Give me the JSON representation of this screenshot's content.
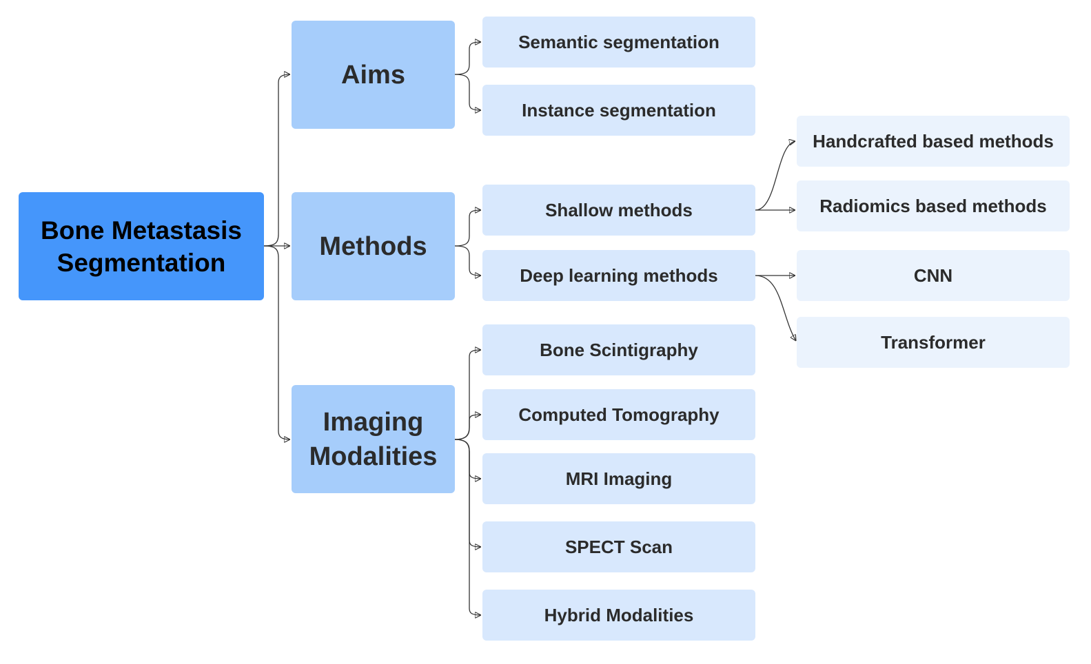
{
  "root": {
    "line1": "Bone Metastasis",
    "line2": "Segmentation"
  },
  "categories": {
    "aims": "Aims",
    "methods": "Methods",
    "imaging_line1": "Imaging",
    "imaging_line2": "Modalities"
  },
  "aims": {
    "semantic": "Semantic segmentation",
    "instance": "Instance segmentation"
  },
  "methods": {
    "shallow": "Shallow methods",
    "deep": "Deep learning methods",
    "shallow_children": {
      "handcrafted": "Handcrafted based methods",
      "radiomics": "Radiomics based methods"
    },
    "deep_children": {
      "cnn": "CNN",
      "transformer": "Transformer"
    }
  },
  "modalities": {
    "bone": "Bone Scintigraphy",
    "ct": "Computed Tomography",
    "mri": "MRI Imaging",
    "spect": "SPECT Scan",
    "hybrid": "Hybrid Modalities"
  },
  "colors": {
    "root_fill": "#4596fb",
    "category_fill": "#a6cdfb",
    "sub_fill": "#d8e8fd",
    "leaf_fill": "#ebf3fd",
    "connector": "#333333"
  }
}
